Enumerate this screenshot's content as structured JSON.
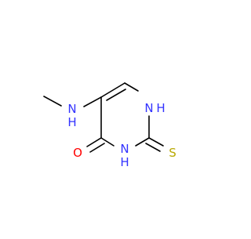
{
  "molecule": {
    "atoms": {
      "n_methylamino": "N",
      "n_methylamino_h": "H",
      "n1": "N",
      "n1_h": "H",
      "n3": "N",
      "n3_h": "H",
      "carbonyl_o": "O",
      "thione_s": "S"
    },
    "colors": {
      "bond": "#000000",
      "nitrogen": "#3333ff",
      "oxygen": "#ff0000",
      "sulfur": "#b8a800"
    }
  }
}
